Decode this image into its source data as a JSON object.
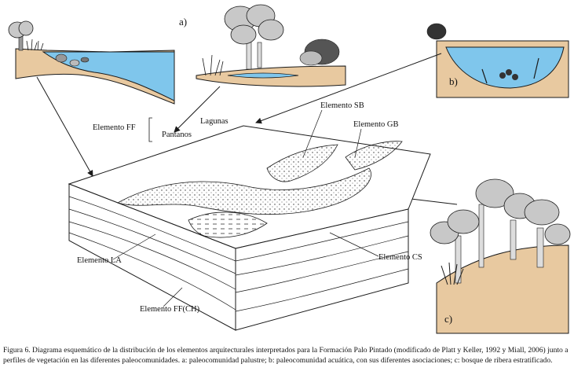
{
  "panels": {
    "a": "a)",
    "b": "b)",
    "c": "c)"
  },
  "labels": {
    "elemento_ff": "Elemento FF",
    "pantanos": "Pantanos",
    "lagunas": "Lagunas",
    "elemento_sb": "Elemento SB",
    "elemento_gb": "Elemento GB",
    "elemento_la": "Elemento LA",
    "elemento_cs": "Elemento CS",
    "elemento_ff_ch": "Elemento FF(CH)"
  },
  "caption": "Figura 6. Diagrama esquemático de la distribución de los elementos arquitecturales interpretados para la Formación Palo Pintado (modificado de Platt y Keller, 1992 y Miall, 2006) junto a perfiles de vegetación en las diferentes paleocomunidades. a: paleocomunidad palustre; b: paleocomunidad acuática, con sus diferentes asociaciones; c: bosque de ribera estratificado.",
  "colors": {
    "water": "#7fc6ec",
    "sediment": "#e8c9a0",
    "foliage": "#c8c8c8",
    "ink": "#1a1a1a"
  }
}
